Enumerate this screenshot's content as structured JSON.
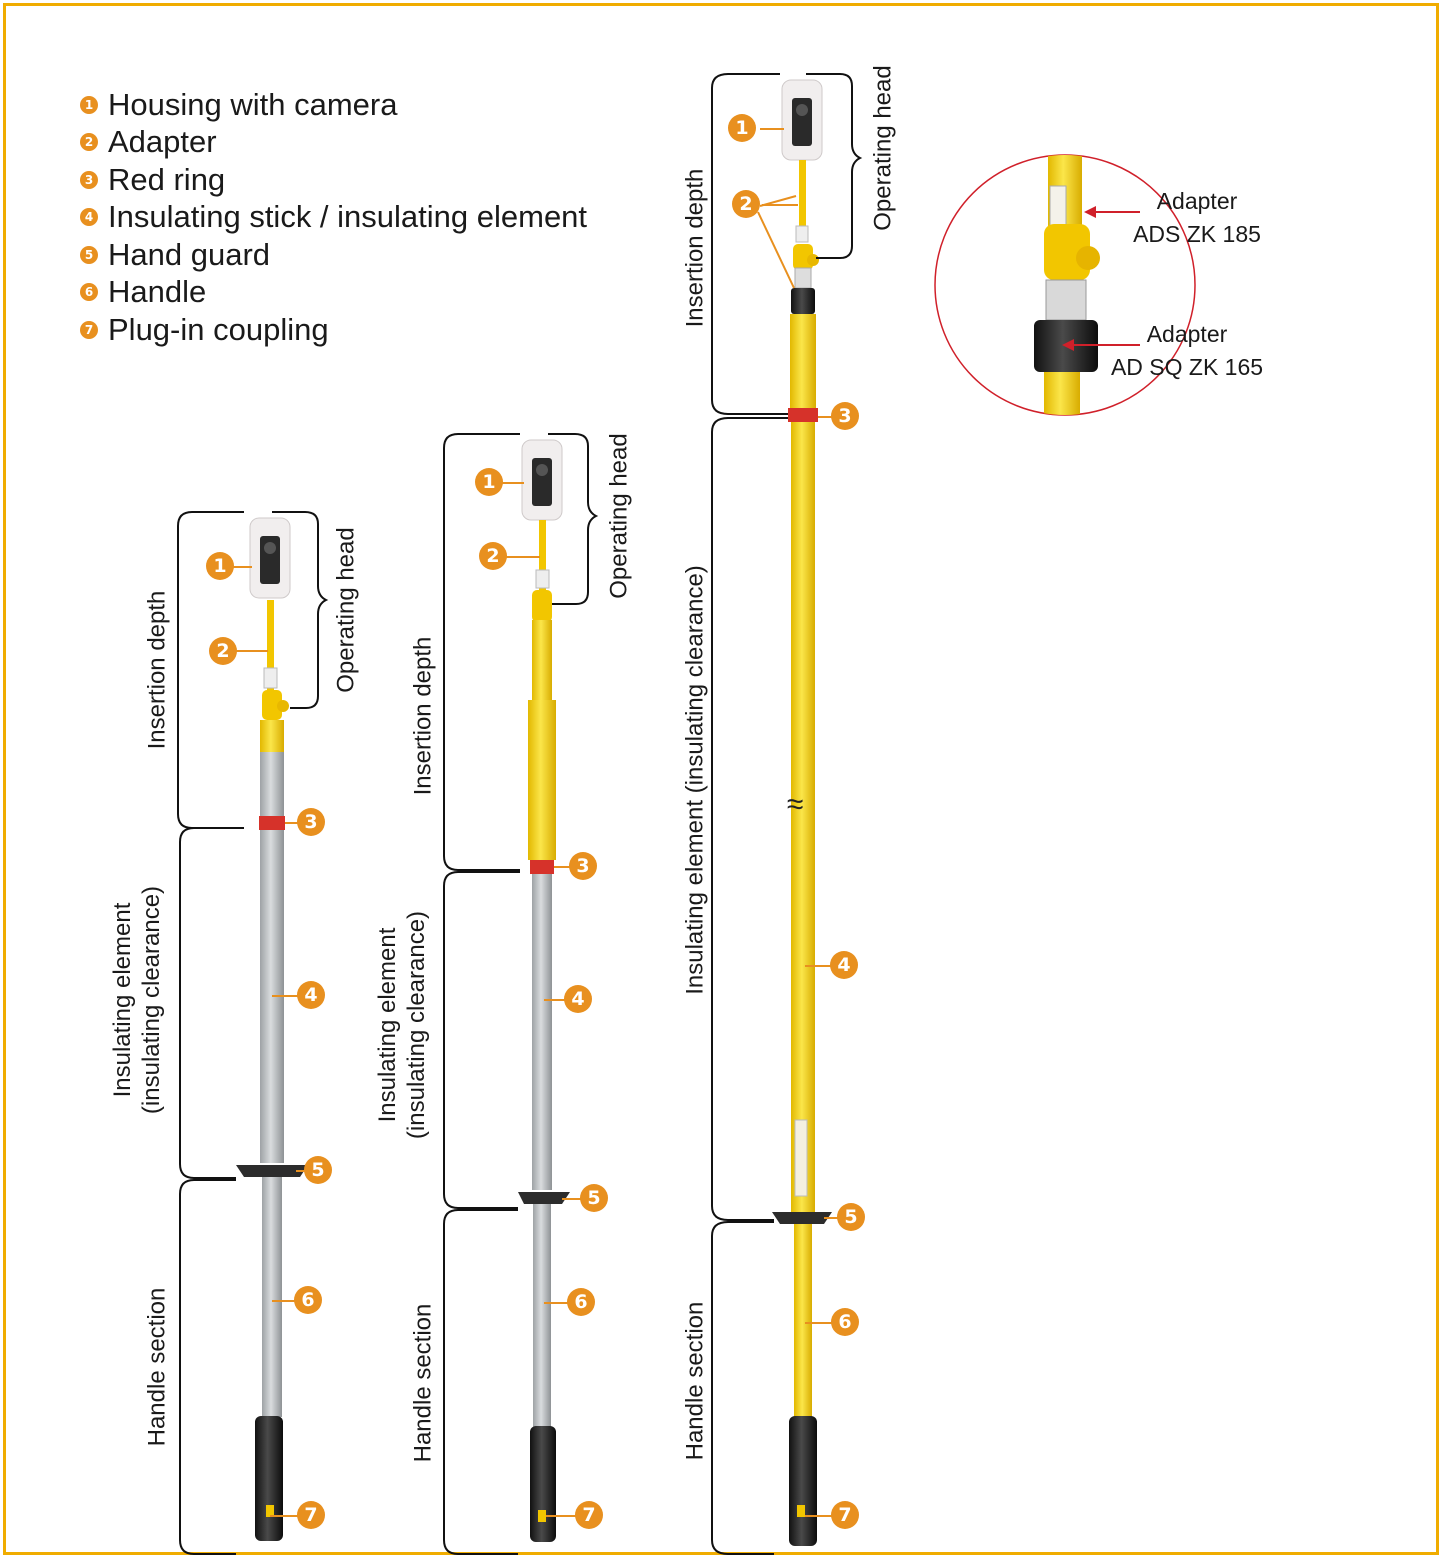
{
  "legend": [
    {
      "num": "1",
      "label": "Housing with camera"
    },
    {
      "num": "2",
      "label": "Adapter"
    },
    {
      "num": "3",
      "label": "Red ring"
    },
    {
      "num": "4",
      "label": "Insulating stick / insulating element"
    },
    {
      "num": "5",
      "label": "Hand guard"
    },
    {
      "num": "6",
      "label": "Handle"
    },
    {
      "num": "7",
      "label": "Plug-in coupling"
    }
  ],
  "labels": {
    "operating_head": "Operating head",
    "insertion_depth": "Insertion depth",
    "insulating_element_line1": "Insulating element",
    "insulating_element_line2": "(insulating clearance)",
    "insulating_element_single": "Insulating element (insulating clearance)",
    "handle_section": "Handle section",
    "break_mark": "≈"
  },
  "inset": {
    "adapter1_line1": "Adapter",
    "adapter1_line2": "ADS ZK 185",
    "adapter2_line1": "Adapter",
    "adapter2_line2": "AD SQ ZK 165"
  },
  "badges": {
    "b1": "1",
    "b2": "2",
    "b3": "3",
    "b4": "4",
    "b5": "5",
    "b6": "6",
    "b7": "7"
  },
  "colors": {
    "frame": "#f0ac00",
    "badge": "#e8901f",
    "yellow": "#f6d81a",
    "grey": "#b8bcbf",
    "red": "#d6322a",
    "inset_circle": "#d0202a"
  }
}
